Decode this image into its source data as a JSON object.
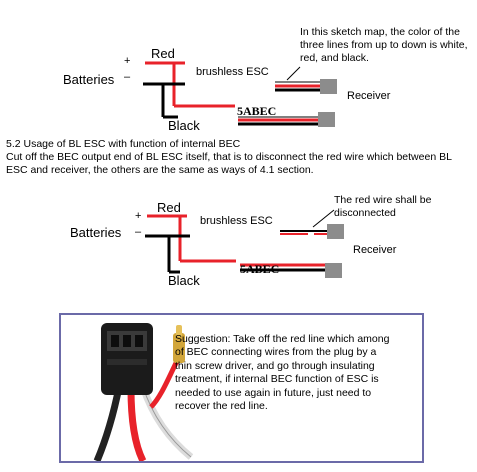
{
  "colors": {
    "red_wire": "#e8222a",
    "black_wire": "#000000",
    "connector": "#8c8c8c",
    "panel_border": "#6b6aa8"
  },
  "diagram1": {
    "plus": "+",
    "minus": "–",
    "batteries": "Batteries",
    "red": "Red",
    "black": "Black",
    "esc": "brushless ESC",
    "model": "5ABEC",
    "receiver": "Receiver",
    "note": "In this sketch map, the color of the three lines from up to down is white, red, and black."
  },
  "section": {
    "heading": "5.2 Usage of BL ESC with function of internal BEC",
    "body": "Cut off the BEC output end of BL ESC itself, that is to disconnect the red wire which between BL ESC and receiver, the others are the same as ways of 4.1 section."
  },
  "diagram2": {
    "plus": "+",
    "minus": "–",
    "batteries": "Batteries",
    "red": "Red",
    "black": "Black",
    "esc": "brushless ESC",
    "model": "5ABEC",
    "receiver": "Receiver",
    "note": "The red wire shall be disconnected"
  },
  "photo_panel": {
    "suggestion": "Suggestion: Take off the red line which among of BEC connecting wires from the plug by a thin screw driver, and go through insulating treatment, if internal BEC function of ESC is needed to use again in future, just need to recover the red line."
  }
}
